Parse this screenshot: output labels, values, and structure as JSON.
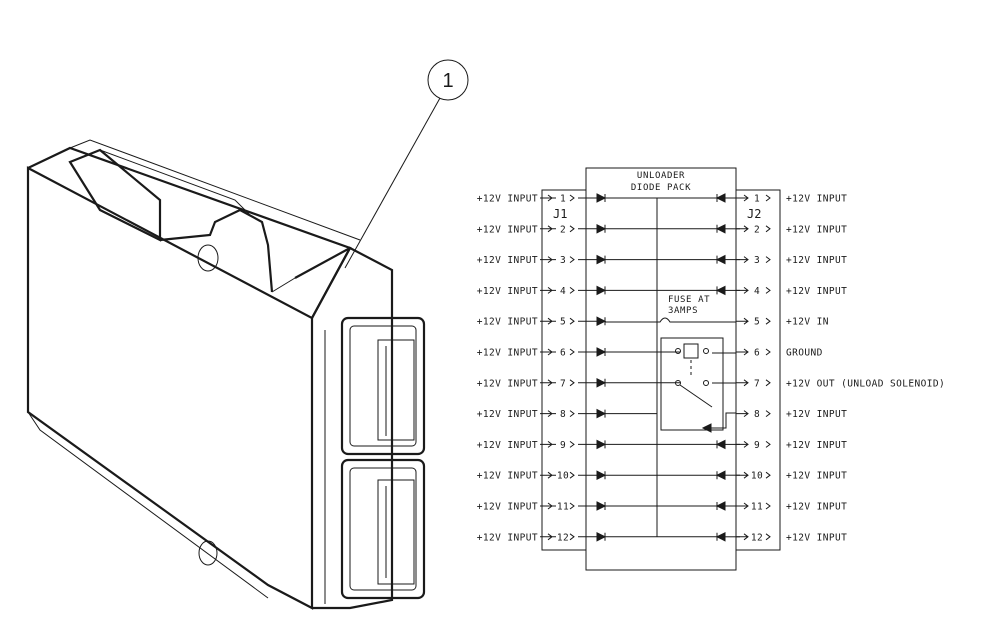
{
  "callout": {
    "number": "1"
  },
  "diode_pack": {
    "title_line1": "UNLOADER",
    "title_line2": "DIODE PACK",
    "connector_left": "J1",
    "connector_right": "J2",
    "fuse_label_line1": "FUSE AT",
    "fuse_label_line2": "3AMPS"
  },
  "j1_pins": [
    {
      "label": "+12V INPUT",
      "pin": "1"
    },
    {
      "label": "+12V INPUT",
      "pin": "2"
    },
    {
      "label": "+12V INPUT",
      "pin": "3"
    },
    {
      "label": "+12V INPUT",
      "pin": "4"
    },
    {
      "label": "+12V INPUT",
      "pin": "5"
    },
    {
      "label": "+12V INPUT",
      "pin": "6"
    },
    {
      "label": "+12V INPUT",
      "pin": "7"
    },
    {
      "label": "+12V INPUT",
      "pin": "8"
    },
    {
      "label": "+12V INPUT",
      "pin": "9"
    },
    {
      "label": "+12V INPUT",
      "pin": "10"
    },
    {
      "label": "+12V INPUT",
      "pin": "11"
    },
    {
      "label": "+12V INPUT",
      "pin": "12"
    }
  ],
  "j2_pins": [
    {
      "label": "+12V INPUT",
      "pin": "1"
    },
    {
      "label": "+12V INPUT",
      "pin": "2"
    },
    {
      "label": "+12V INPUT",
      "pin": "3"
    },
    {
      "label": "+12V INPUT",
      "pin": "4"
    },
    {
      "label": "+12V IN",
      "pin": "5"
    },
    {
      "label": "GROUND",
      "pin": "6"
    },
    {
      "label": "+12V OUT (UNLOAD SOLENOID)",
      "pin": "7"
    },
    {
      "label": "+12V INPUT",
      "pin": "8"
    },
    {
      "label": "+12V INPUT",
      "pin": "9"
    },
    {
      "label": "+12V INPUT",
      "pin": "10"
    },
    {
      "label": "+12V INPUT",
      "pin": "11"
    },
    {
      "label": "+12V INPUT",
      "pin": "12"
    }
  ]
}
